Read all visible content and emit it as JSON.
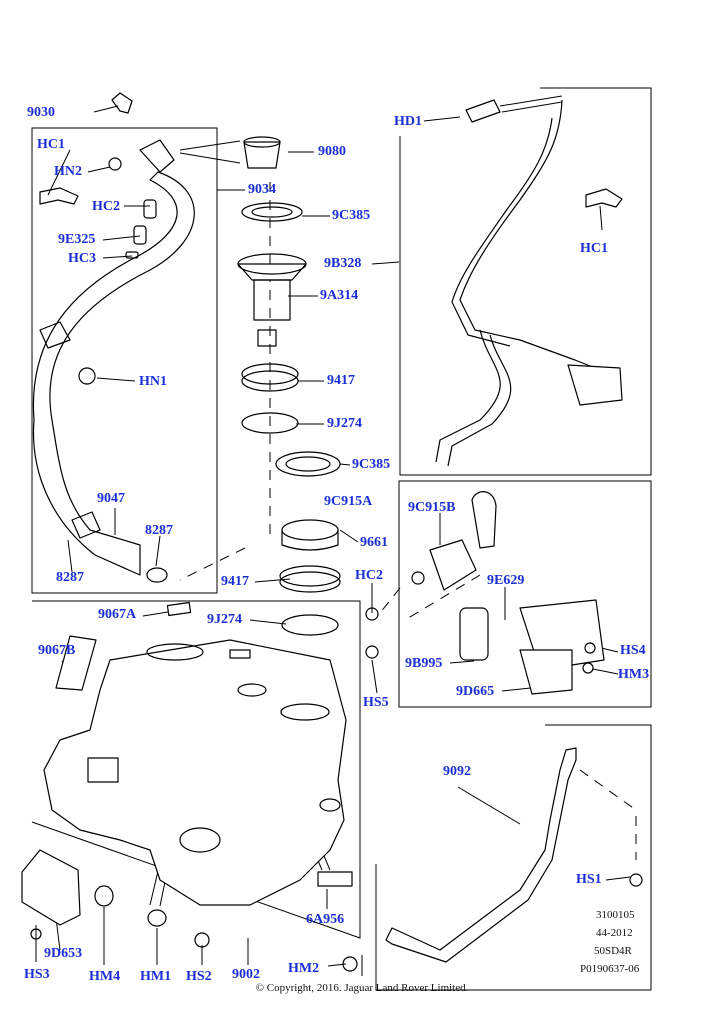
{
  "labels": {
    "l9030": "9030",
    "hc1a": "HC1",
    "hn2": "HN2",
    "hc2a": "HC2",
    "e325": "9E325",
    "hc3": "HC3",
    "hn1": "HN1",
    "l9047": "9047",
    "l8287a": "8287",
    "l8287b": "8287",
    "l9080": "9080",
    "l9034": "9034",
    "c385a": "9C385",
    "b328": "9B328",
    "a314": "9A314",
    "l9417a": "9417",
    "j274a": "9J274",
    "c385b": "9C385",
    "c915a": "9C915A",
    "l9661": "9661",
    "l9417b": "9417",
    "hd1": "HD1",
    "hc1b": "HC1",
    "c915b": "9C915B",
    "hc2b": "HC2",
    "e629": "9E629",
    "b995": "9B995",
    "hs4": "HS4",
    "hm3": "HM3",
    "d665": "9D665",
    "hs5": "HS5",
    "a9067": "9067A",
    "j274b": "9J274",
    "b9067": "9067B",
    "l9092": "9092",
    "hs1": "HS1",
    "a956": "6A956",
    "d653": "9D653",
    "hs3": "HS3",
    "hm4": "HM4",
    "hm1": "HM1",
    "hs2": "HS2",
    "l9002": "9002",
    "hm2": "HM2"
  },
  "reference": [
    "3100105",
    "44-2012",
    "50SD4R",
    "P0190637-06"
  ],
  "copyright": "© Copyright, 2016. Jaguar Land Rover Limited.",
  "colors": {
    "label": "#1a2fd6",
    "line": "#000000"
  }
}
